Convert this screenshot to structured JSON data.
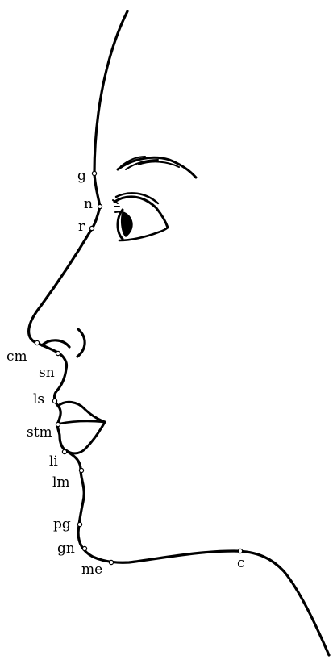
{
  "colors": {
    "line": "#000000",
    "background": "#ffffff"
  },
  "landmarks": [
    {
      "id": "g",
      "label": "g"
    },
    {
      "id": "n",
      "label": "n"
    },
    {
      "id": "r",
      "label": "r"
    },
    {
      "id": "cm",
      "label": "cm"
    },
    {
      "id": "sn",
      "label": "sn"
    },
    {
      "id": "ls",
      "label": "ls"
    },
    {
      "id": "stm",
      "label": "stm"
    },
    {
      "id": "li",
      "label": "li"
    },
    {
      "id": "lm",
      "label": "lm"
    },
    {
      "id": "pg",
      "label": "pg"
    },
    {
      "id": "gn",
      "label": "gn"
    },
    {
      "id": "me",
      "label": "me"
    },
    {
      "id": "c",
      "label": "c"
    }
  ]
}
